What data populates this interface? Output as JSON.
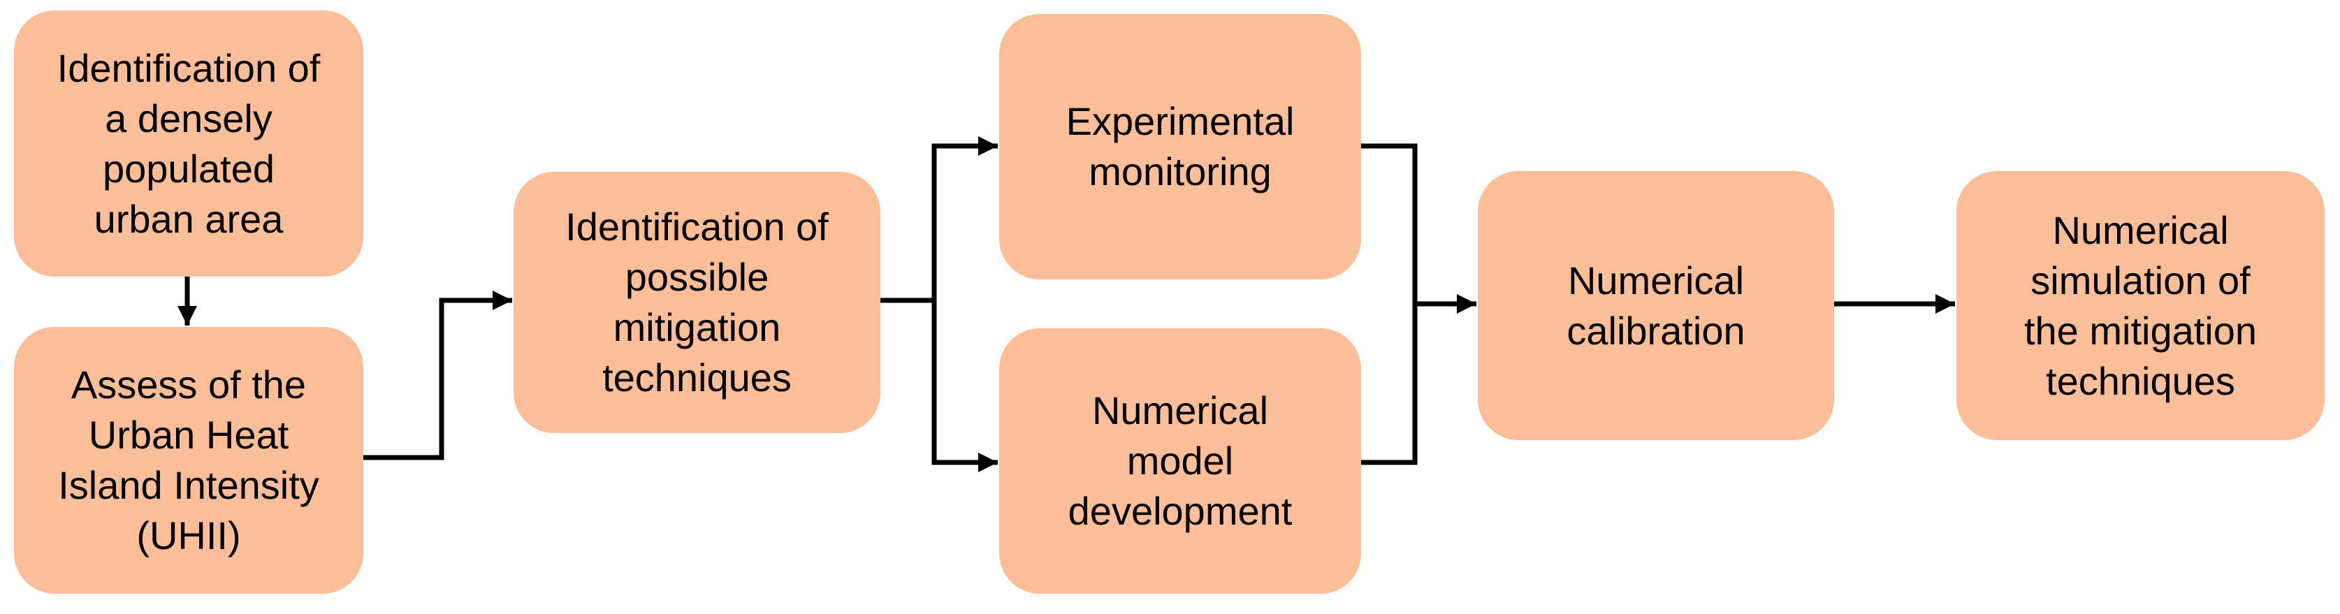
{
  "diagram": {
    "type": "flowchart",
    "direction": "left-to-right"
  },
  "colors": {
    "node_fill": "#fcbe98",
    "arrow": "#000000",
    "text": "#000000",
    "background": "#ffffff"
  },
  "nodes": [
    {
      "id": "identify-urban-area",
      "label": "Identification of\na densely\npopulated\nurban area"
    },
    {
      "id": "assess-uhii",
      "label": "Assess of the\nUrban Heat\nIsland Intensity\n(UHII)"
    },
    {
      "id": "identify-mitigation-techniques",
      "label": "Identification of\npossible\nmitigation\ntechniques"
    },
    {
      "id": "experimental-monitoring",
      "label": "Experimental\nmonitoring"
    },
    {
      "id": "numerical-model-development",
      "label": "Numerical\nmodel\ndevelopment"
    },
    {
      "id": "numerical-calibration",
      "label": "Numerical\ncalibration"
    },
    {
      "id": "numerical-simulation",
      "label": "Numerical\nsimulation of\nthe mitigation\ntechniques"
    }
  ],
  "edges": [
    {
      "from": "identify-urban-area",
      "to": "assess-uhii"
    },
    {
      "from": "assess-uhii",
      "to": "identify-mitigation-techniques"
    },
    {
      "from": "identify-mitigation-techniques",
      "to": "experimental-monitoring"
    },
    {
      "from": "identify-mitigation-techniques",
      "to": "numerical-model-development"
    },
    {
      "from": "experimental-monitoring",
      "to": "numerical-calibration"
    },
    {
      "from": "numerical-model-development",
      "to": "numerical-calibration"
    },
    {
      "from": "numerical-calibration",
      "to": "numerical-simulation"
    }
  ]
}
